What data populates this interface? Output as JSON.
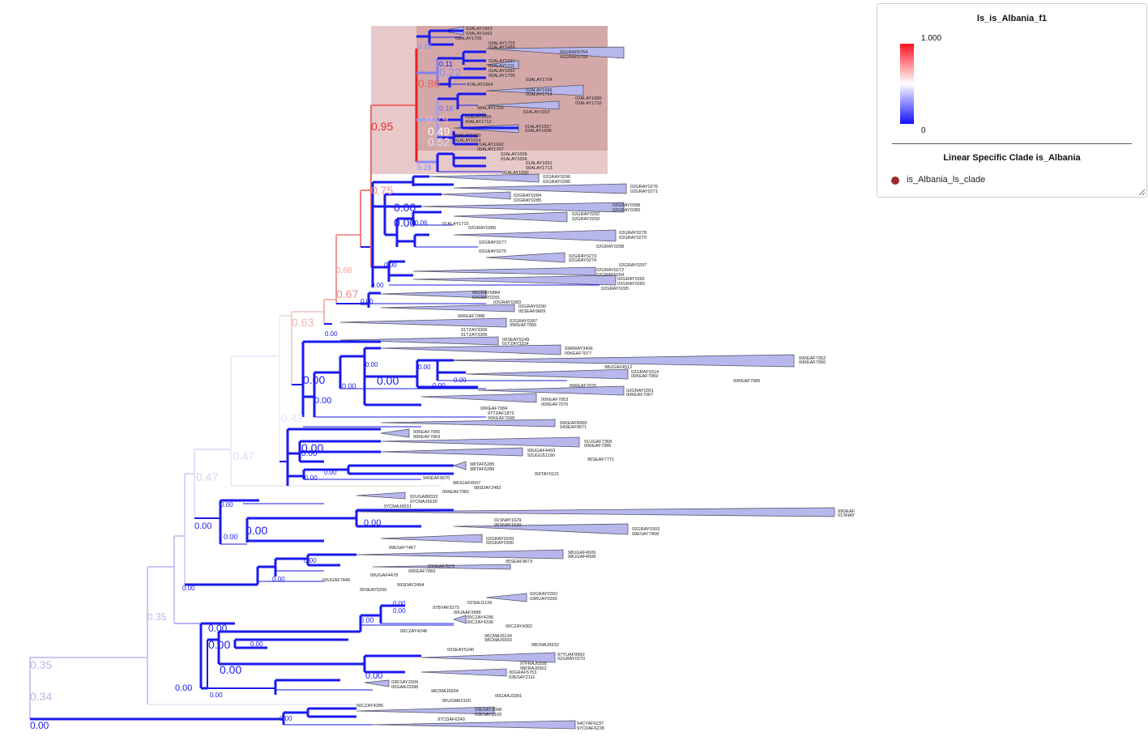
{
  "legend": {
    "title": "ls_is_Albania_f1",
    "max_label": "1.000",
    "min_label": "0",
    "clade_title": "Linear Specific Clade is_Albania",
    "item_label": "is_Albania_ls_clade",
    "item_color": "#9b2b2b",
    "gradient": [
      "#ff1020",
      "#ffffff",
      "#1010ff"
    ]
  },
  "colors": {
    "blue": "#1a1aee",
    "red": "#ee2020",
    "highlight_outer": "#e8c9c9",
    "highlight_inner": "#d4a8a8",
    "triangle_fill": "#b7b7ee",
    "triangle_stroke": "#555566"
  },
  "support_values": [
    "0.35",
    "0.34",
    "0.00",
    "0.35",
    "0.47",
    "0.47",
    "0.42",
    "0.63",
    "0.67",
    "0.68",
    "0.75",
    "0.95",
    "0.86",
    "0.79",
    "0.49",
    "0.52",
    "0.28",
    "0.28",
    "0.11",
    "0.22",
    "0.16",
    "0.00",
    "0.00",
    "0.00",
    "0.06",
    "0.00",
    "0.00",
    "0.00",
    "0.00",
    "0.00",
    "0.00",
    "0.00",
    "0.00",
    "0.00",
    "0.00",
    "0.00",
    "0.00",
    "0.00",
    "0.00",
    "0.00",
    "0.00",
    "0.00",
    "0.00",
    "0.00",
    "0.00",
    "0.00",
    "0.00",
    "0.00",
    "0.00",
    "0.00",
    "0.00",
    "0.00",
    "0.00",
    "0.00",
    "0.00",
    "0.00",
    "0.00",
    "0.00",
    "0.00"
  ],
  "leaf_labels": [
    "03ALAY1663",
    "03ALAY1662",
    "03ALAY1706",
    "03ALAY1703",
    "01ALAY1689",
    "00GRAF5754",
    "00GRAF5768",
    "02ALAY1697",
    "02ALAY1711",
    "01ALAY1652",
    "00ALAY1705",
    "03ALAY1704",
    "97ALAY1664",
    "02ALAY1696",
    "00ALAY1714",
    "02ALAY1680",
    "02ALAY1710",
    "98ALAY1709",
    "02ALAY1653",
    "01ALAY1655",
    "99ALAY1712",
    "01ALAY1657",
    "02ALAY1698",
    "02ALAY1659",
    "01ALAY1654",
    "01ALAY1692",
    "05ALAY1707",
    "02ALAY1658",
    "01ALAY1656",
    "01ALAY1691",
    "00ALAY1713",
    "01ALAY1690",
    "02GRAY0296",
    "02GRAY0286",
    "02GRAY0276",
    "02GRAY0271",
    "02GRAY0284",
    "02GRAY0285",
    "02GRAY0288",
    "02GRAY0289",
    "02GRAY0292",
    "02GRAY0293",
    "01ALAY1715",
    "02GRAY0280",
    "02GRAY0278",
    "02GRAY0279",
    "02GRAY0277",
    "02GRAY0298",
    "02GRAY0275",
    "02GRAY0273",
    "02GRAY0274",
    "02GRAY0297",
    "02GRAY0272",
    "02GRAY0294",
    "02GRAY0281",
    "02GRAY0282",
    "02GRAY0295",
    "00GRAY6884",
    "02GRAY0291",
    "02GRAY0283",
    "02GRAY0290",
    "95SEAF9669",
    "00KEAF7088",
    "02GRAY0287",
    "99KEAF7065",
    "01TZAY3306",
    "01TZAY3305",
    "00SEAY5249",
    "01TZAY3314",
    "93RWAY3406",
    "00KEAF7077",
    "00KEAF7052",
    "00KEAF7066",
    "98UGAF4512",
    "02GRAY0314",
    "00KEAF7069",
    "00KEAF7080",
    "99KEAF7075",
    "02GRAY0301",
    "00KEAF7067",
    "00KEAF7053",
    "00KEAF7070",
    "00KEAF7084",
    "97TZAF1872",
    "00KEAF7098",
    "99KEAF8999",
    "94SEAF9671",
    "00KEAF7055",
    "99KEAF7063",
    "91UGAF7368",
    "00KEAF7089",
    "99UGAF4493",
    "92UGU51190",
    "95SEAF7771",
    "98ITAF5285",
    "98ITAF5286",
    "00ITAY0121",
    "94SEAF9670",
    "98UGAF4507",
    "98SDAY2482",
    "00KEAF7081",
    "92UGAB8332",
    "97CMAJ6930",
    "97CMAJ6931",
    "99DEAF",
    "01SNAY",
    "01SNAY1629",
    "96SNAY1630",
    "02GRAY0303",
    "99ESAY7468",
    "02GRAY0299",
    "02GRAY0300",
    "99ESAY7467",
    "98UGAF4509",
    "98UGAF4508",
    "95SEAF9673",
    "00KEAF7079",
    "00KEAF7083",
    "99UGAF4478",
    "00UGAF7846",
    "99SDAY2494",
    "99SEAY5206",
    "02GRAY0302",
    "03RUAY0393",
    "00UAAF3988",
    "02SIAJ1139",
    "97BYAF3275",
    "00CZAY4296",
    "00CZAY4336",
    "00CZAY4362",
    "00CZAY4248",
    "96CMAJ6134",
    "98CMAJ6933",
    "98CMAJ6932",
    "00SEAY5240",
    "97YUAF9960",
    "02GRAY0270",
    "97FRAJ0558",
    "98FRAJ0562",
    "00GRAF5753",
    "03ESAY2111",
    "03ESAY2099",
    "00GAAJ3398",
    "98CMAJ6934",
    "00GAAJ3391",
    "85UGM62320",
    "00CZAY4286",
    "03ESAY2098",
    "03ESAY2109",
    "97CDAF6240",
    "94CYAF6237",
    "97CDAF6238"
  ]
}
